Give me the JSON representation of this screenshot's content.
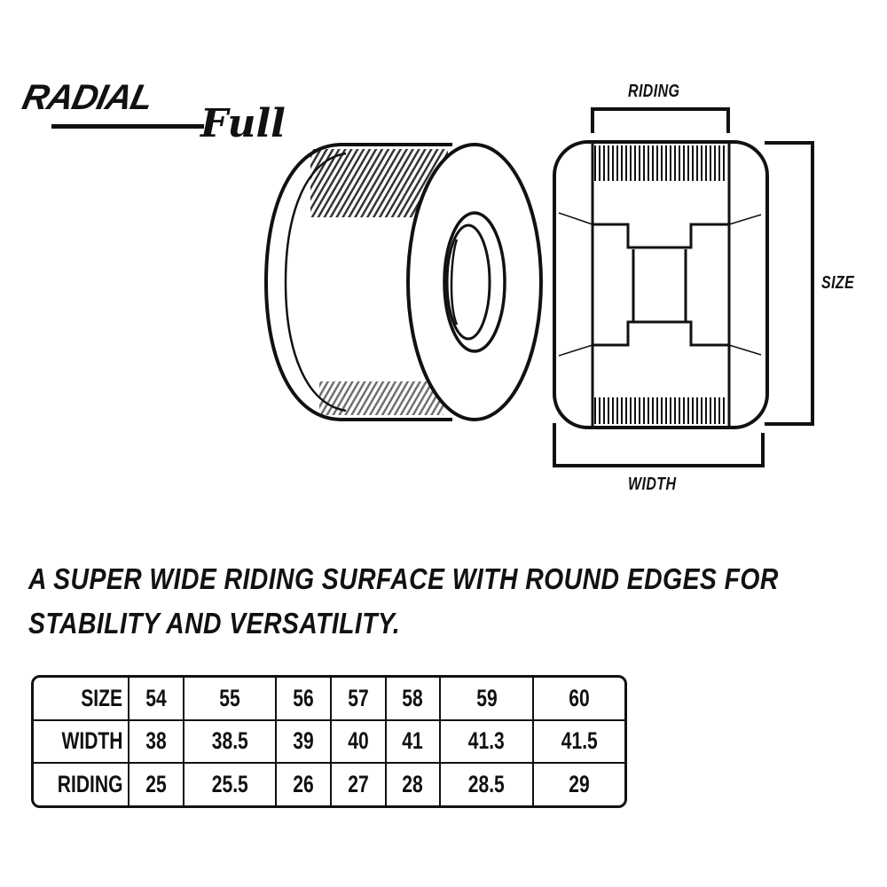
{
  "logo": {
    "brand": "RADIAL",
    "subline": "Full"
  },
  "diagram": {
    "labels": {
      "riding": "RIDING",
      "size": "SIZE",
      "width": "WIDTH"
    }
  },
  "headline": {
    "line1": "A SUPER WIDE RIDING SURFACE WITH ROUND EDGES FOR",
    "line2": "STABILITY AND VERSATILITY."
  },
  "spec_table": {
    "rows": [
      {
        "label": "SIZE",
        "values": [
          "54",
          "55",
          "56",
          "57",
          "58",
          "59",
          "60"
        ]
      },
      {
        "label": "WIDTH",
        "values": [
          "38",
          "38.5",
          "39",
          "40",
          "41",
          "41.3",
          "41.5"
        ]
      },
      {
        "label": "RIDING",
        "values": [
          "25",
          "25.5",
          "26",
          "27",
          "28",
          "28.5",
          "29"
        ]
      }
    ]
  },
  "chart_data": {
    "type": "table",
    "title": "Radial Full wheel dimensions",
    "columns": [
      "SIZE",
      "WIDTH",
      "RIDING"
    ],
    "categories": [
      "54",
      "55",
      "56",
      "57",
      "58",
      "59",
      "60"
    ],
    "series": [
      {
        "name": "WIDTH",
        "values": [
          38,
          38.5,
          39,
          40,
          41,
          41.3,
          41.5
        ]
      },
      {
        "name": "RIDING",
        "values": [
          25,
          25.5,
          26,
          27,
          28,
          28.5,
          29
        ]
      }
    ]
  }
}
